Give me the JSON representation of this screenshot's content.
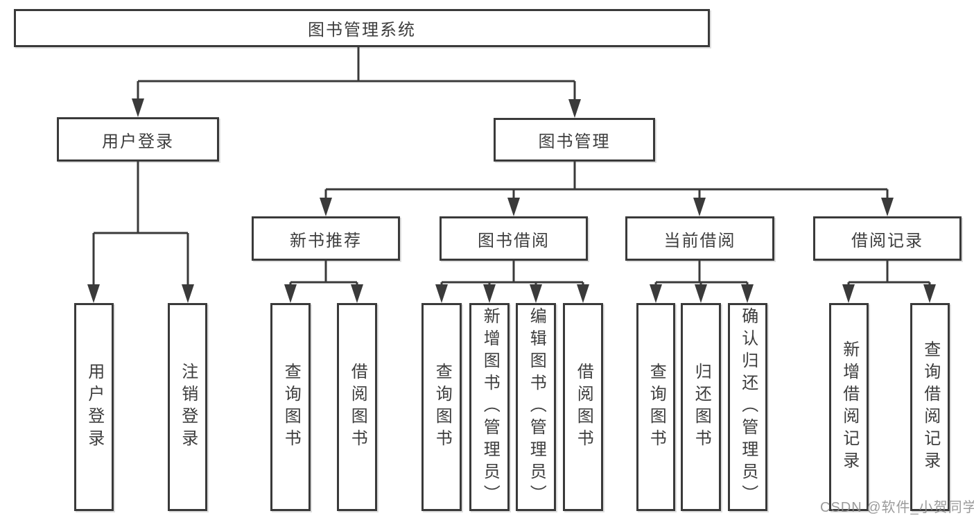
{
  "diagram": {
    "root": "图书管理系统",
    "level2": [
      "用户登录",
      "图书管理"
    ],
    "level3": [
      "新书推荐",
      "图书借阅",
      "当前借阅",
      "借阅记录"
    ],
    "leaves": {
      "user_login": [
        "用户登录",
        "注销登录"
      ],
      "new_book": [
        "查询图书",
        "借阅图书"
      ],
      "book_borrow": [
        "查询图书",
        "新增图书（管理员）",
        "编辑图书（管理员）",
        "借阅图书"
      ],
      "current_borrow": [
        "查询图书",
        "归还图书",
        "确认归还（管理员）"
      ],
      "borrow_record": [
        "新增借阅记录",
        "查询借阅记录"
      ]
    }
  },
  "watermark": {
    "text": "CSDN @软件_小贺同学"
  },
  "colors": {
    "line": "#3a3a3a",
    "box_border": "#3a3a3a",
    "text": "#3d3d3d",
    "watermark": "#8a8a8a",
    "background": "#ffffff"
  }
}
